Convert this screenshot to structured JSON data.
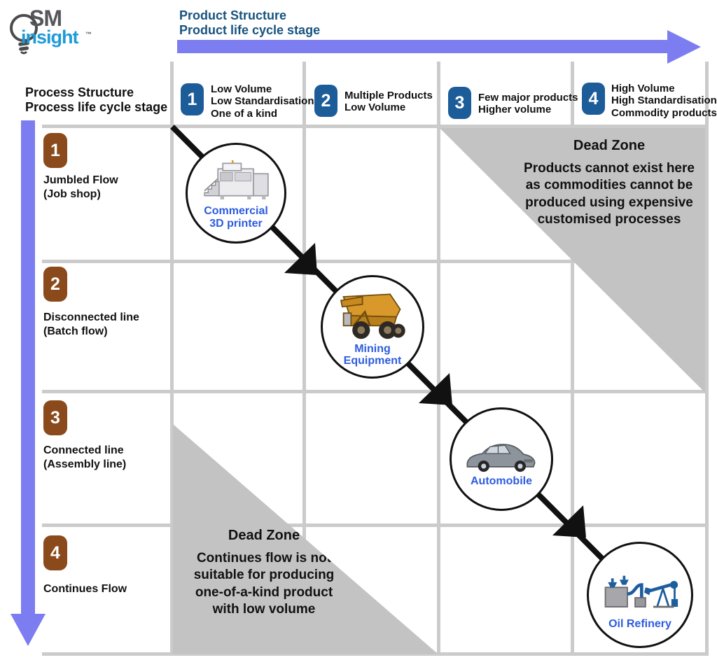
{
  "logo": {
    "sm": "SM",
    "insight": "insight",
    "tm": "™"
  },
  "axes": {
    "x": {
      "line1": "Product Structure",
      "line2": "Product life cycle stage"
    },
    "y": {
      "line1": "Process Structure",
      "line2": "Process life cycle stage"
    }
  },
  "columns": [
    {
      "num": "1",
      "line1": "Low Volume",
      "line2": "Low Standardisation",
      "line3": "One of a kind"
    },
    {
      "num": "2",
      "line1": "Multiple Products",
      "line2": "Low Volume",
      "line3": ""
    },
    {
      "num": "3",
      "line1": "Few major products",
      "line2": "Higher volume",
      "line3": ""
    },
    {
      "num": "4",
      "line1": "High Volume",
      "line2": "High Standardisation",
      "line3": "Commodity products"
    }
  ],
  "rows": [
    {
      "num": "1",
      "line1": "Jumbled Flow",
      "line2": "(Job shop)"
    },
    {
      "num": "2",
      "line1": "Disconnected line",
      "line2": "(Batch flow)"
    },
    {
      "num": "3",
      "line1": "Connected line",
      "line2": "(Assembly line)"
    },
    {
      "num": "4",
      "line1": "Continues Flow",
      "line2": ""
    }
  ],
  "diagonal_items": [
    {
      "icon": "3d-printer",
      "line1": "Commercial",
      "line2": "3D printer"
    },
    {
      "icon": "mining-truck",
      "line1": "Mining",
      "line2": "Equipment"
    },
    {
      "icon": "automobile",
      "line1": "Automobile",
      "line2": ""
    },
    {
      "icon": "oil-refinery",
      "line1": "Oil Refinery",
      "line2": ""
    }
  ],
  "dead_zones": {
    "top_right": {
      "title": "Dead Zone",
      "body": "Products cannot exist here as commodities cannot be produced using expensive customised processes"
    },
    "bottom_left": {
      "title": "Dead Zone",
      "body": "Continues flow is not suitable for producing one-of-a-kind product with low volume"
    }
  },
  "colors": {
    "axis_arrow": "#7d7df2",
    "column_badge_blue": "#1c5c99",
    "row_badge_brown": "#8a4a1b",
    "grid_line": "#cbcbcb",
    "dead_zone_gray": "#c3c3c3",
    "item_label_blue": "#2d5cdf",
    "x_axis_text_blue": "#17537f",
    "logo_blue": "#1d9bd7",
    "diagonal_arrow": "#111111"
  }
}
